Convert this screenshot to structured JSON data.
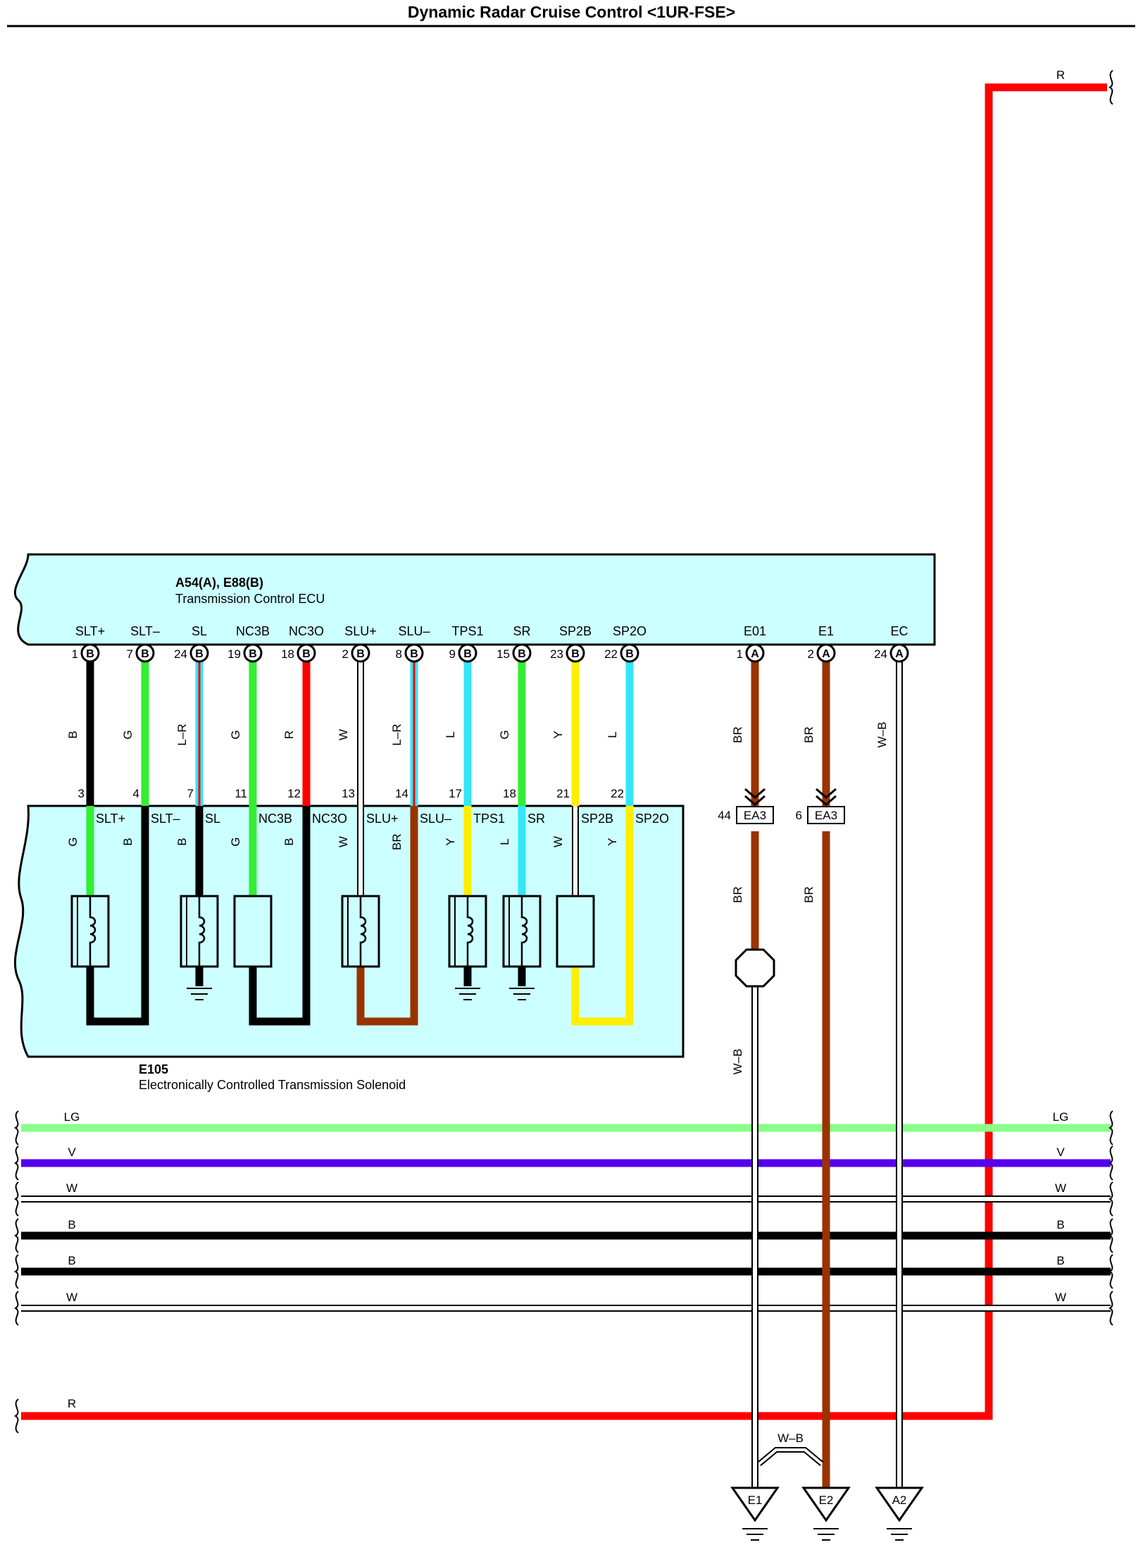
{
  "title": "Dynamic Radar Cruise Control <1UR-FSE>",
  "colors": {
    "R": "#ff0000",
    "B": "#000000",
    "G": "#33ee33",
    "L": "#33e6f6",
    "Y": "#ffee00",
    "W": "#ffffff",
    "BR": "#993300",
    "LG": "#88ff88",
    "V": "#5500ee",
    "box": "#ccffff"
  },
  "ecu": {
    "id": "A54(A), E88(B)",
    "name": "Transmission Control ECU",
    "pins": [
      {
        "label": "SLT+",
        "pin": "1",
        "conn": "B",
        "wire": "B",
        "color": "B"
      },
      {
        "label": "SLT–",
        "pin": "7",
        "conn": "B",
        "wire": "G",
        "color": "G"
      },
      {
        "label": "SL",
        "pin": "24",
        "conn": "B",
        "wire": "L–R",
        "color": "L",
        "tracer": "R"
      },
      {
        "label": "NC3B",
        "pin": "19",
        "conn": "B",
        "wire": "G",
        "color": "G"
      },
      {
        "label": "NC3O",
        "pin": "18",
        "conn": "B",
        "wire": "R",
        "color": "R"
      },
      {
        "label": "SLU+",
        "pin": "2",
        "conn": "B",
        "wire": "W",
        "color": "W"
      },
      {
        "label": "SLU–",
        "pin": "8",
        "conn": "B",
        "wire": "L–R",
        "color": "L",
        "tracer": "R"
      },
      {
        "label": "TPS1",
        "pin": "9",
        "conn": "B",
        "wire": "L",
        "color": "L"
      },
      {
        "label": "SR",
        "pin": "15",
        "conn": "B",
        "wire": "G",
        "color": "G"
      },
      {
        "label": "SP2B",
        "pin": "23",
        "conn": "B",
        "wire": "Y",
        "color": "Y"
      },
      {
        "label": "SP2O",
        "pin": "22",
        "conn": "B",
        "wire": "L",
        "color": "L"
      },
      {
        "label": "E01",
        "pin": "1",
        "conn": "A",
        "wire": "BR",
        "color": "BR"
      },
      {
        "label": "E1",
        "pin": "2",
        "conn": "A",
        "wire": "BR",
        "color": "BR"
      },
      {
        "label": "EC",
        "pin": "24",
        "conn": "A",
        "wire": "W–B",
        "color": "W"
      }
    ]
  },
  "solenoid": {
    "id": "E105",
    "name": "Electronically Controlled Transmission Solenoid",
    "pins": [
      {
        "pin": "3",
        "label": "SLT+",
        "inner": "G",
        "color": "G"
      },
      {
        "pin": "4",
        "label": "SLT–",
        "inner": "B",
        "color": "B"
      },
      {
        "pin": "7",
        "label": "SL",
        "inner": "B",
        "color": "B"
      },
      {
        "pin": "11",
        "label": "NC3B",
        "inner": "G",
        "color": "G"
      },
      {
        "pin": "12",
        "label": "NC3O",
        "inner": "B",
        "color": "B"
      },
      {
        "pin": "13",
        "label": "SLU+",
        "inner": "W",
        "color": "W"
      },
      {
        "pin": "14",
        "label": "SLU–",
        "inner": "BR",
        "color": "BR"
      },
      {
        "pin": "17",
        "label": "TPS1",
        "inner": "Y",
        "color": "Y"
      },
      {
        "pin": "18",
        "label": "SR",
        "inner": "L",
        "color": "L"
      },
      {
        "pin": "21",
        "label": "SP2B",
        "inner": "W",
        "color": "W"
      },
      {
        "pin": "22",
        "label": "SP2O",
        "inner": "Y",
        "color": "Y"
      }
    ]
  },
  "connectors": [
    {
      "id": "EA3",
      "pin": "44"
    },
    {
      "id": "EA3",
      "pin": "6"
    }
  ],
  "ground_wires": {
    "after_ea3_left": "BR",
    "after_ea3_right": "BR",
    "after_splice": "W–B",
    "bridge": "W–B"
  },
  "grounds": [
    "E1",
    "E2",
    "A2"
  ],
  "top_wire": "R",
  "bus": [
    {
      "label": "LG",
      "color": "LG"
    },
    {
      "label": "V",
      "color": "V"
    },
    {
      "label": "W",
      "color": "W"
    },
    {
      "label": "B",
      "color": "B"
    },
    {
      "label": "B",
      "color": "B"
    },
    {
      "label": "W",
      "color": "W"
    }
  ],
  "bottom_wire": "R"
}
